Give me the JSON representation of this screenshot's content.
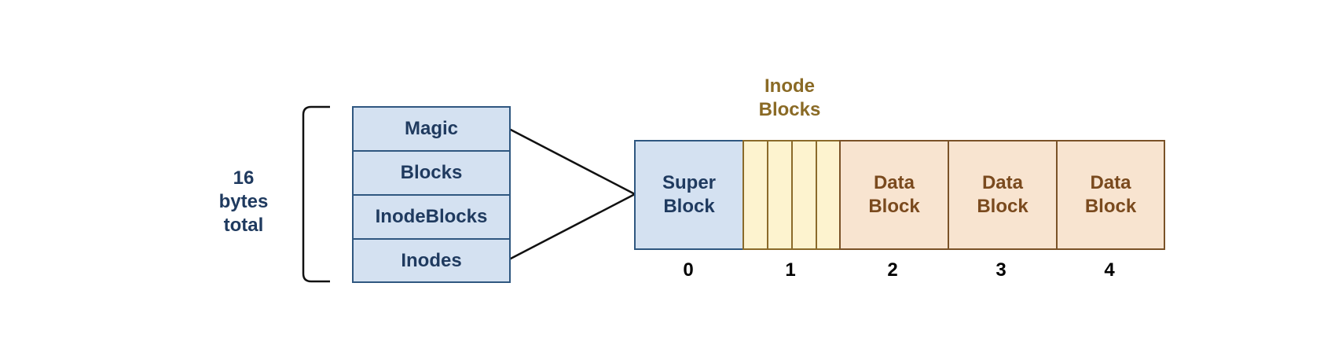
{
  "size_label": [
    "16",
    "bytes",
    "total"
  ],
  "superblock_fields": [
    "Magic",
    "Blocks",
    "InodeBlocks",
    "Inodes"
  ],
  "inode_label": [
    "Inode",
    "Blocks"
  ],
  "disk_blocks": [
    {
      "kind": "super",
      "lines": [
        "Super",
        "Block"
      ]
    },
    {
      "kind": "inode",
      "lines": []
    },
    {
      "kind": "data",
      "lines": [
        "Data",
        "Block"
      ]
    },
    {
      "kind": "data",
      "lines": [
        "Data",
        "Block"
      ]
    },
    {
      "kind": "data",
      "lines": [
        "Data",
        "Block"
      ]
    }
  ],
  "block_numbers": [
    "0",
    "1",
    "2",
    "3",
    "4"
  ],
  "inode_slices": 4,
  "colors": {
    "super_fill": "#d4e1f1",
    "super_stroke": "#2f5780",
    "super_text": "#1f3a5f",
    "inode_fill": "#fdf3cf",
    "inode_stroke": "#8a6a2a",
    "inode_text": "#8a6a25",
    "data_fill": "#f8e4d0",
    "data_stroke": "#7a5228",
    "data_text": "#7a4a1e"
  }
}
